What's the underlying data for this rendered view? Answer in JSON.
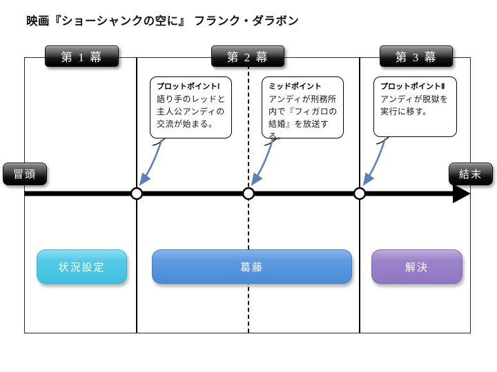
{
  "title": "映画『ショーシャンクの空に』 フランク・ダラボン",
  "acts": [
    {
      "label": "第 1 幕"
    },
    {
      "label": "第 2 幕"
    },
    {
      "label": "第 3 幕"
    }
  ],
  "timeline": {
    "start_label": "冒頭",
    "end_label": "結末",
    "point_count": 3
  },
  "callouts": [
    {
      "title": "プロットポイントⅠ",
      "body": "語り手のレッドと主人公アンディの交流が始まる。"
    },
    {
      "title": "ミッドポイント",
      "body": "アンディが刑務所内で『フィガロの結婚』を放送する。"
    },
    {
      "title": "プロットポイントⅡ",
      "body": "アンディが脱獄を実行に移す。"
    }
  ],
  "stages": [
    {
      "label": "状況設定",
      "color": "#45c1e0"
    },
    {
      "label": "葛藤",
      "color": "#5592da"
    },
    {
      "label": "解決",
      "color": "#9880c8"
    }
  ],
  "colors": {
    "arrow_blue": "#5b80b5",
    "act_box_dark": "#1a1a1a",
    "timeline_black": "#000000"
  }
}
